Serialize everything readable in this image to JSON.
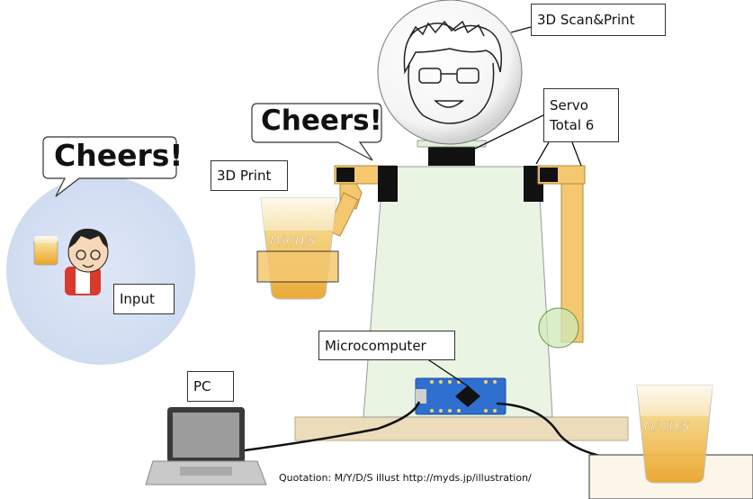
{
  "bubbles": {
    "left": "Cheers!",
    "robot": "Cheers!"
  },
  "labels": {
    "scan_print": "3D Scan&Print",
    "servo_line1": "Servo",
    "servo_line2": "Total 6",
    "print": "3D Print",
    "input": "Input",
    "microcomputer": "Microcomputer",
    "pc": "PC"
  },
  "glass_text": "M/Y/D/S",
  "quotation": "Quotation: M/Y/D/S illust http://myds.jp/illustration/",
  "colors": {
    "body": "#e9f5e2",
    "arm": "#f5c870",
    "servo": "#111111",
    "base": "#ecdcb9",
    "board": "#2f6fd0",
    "input_circle": "#dde6f5"
  }
}
